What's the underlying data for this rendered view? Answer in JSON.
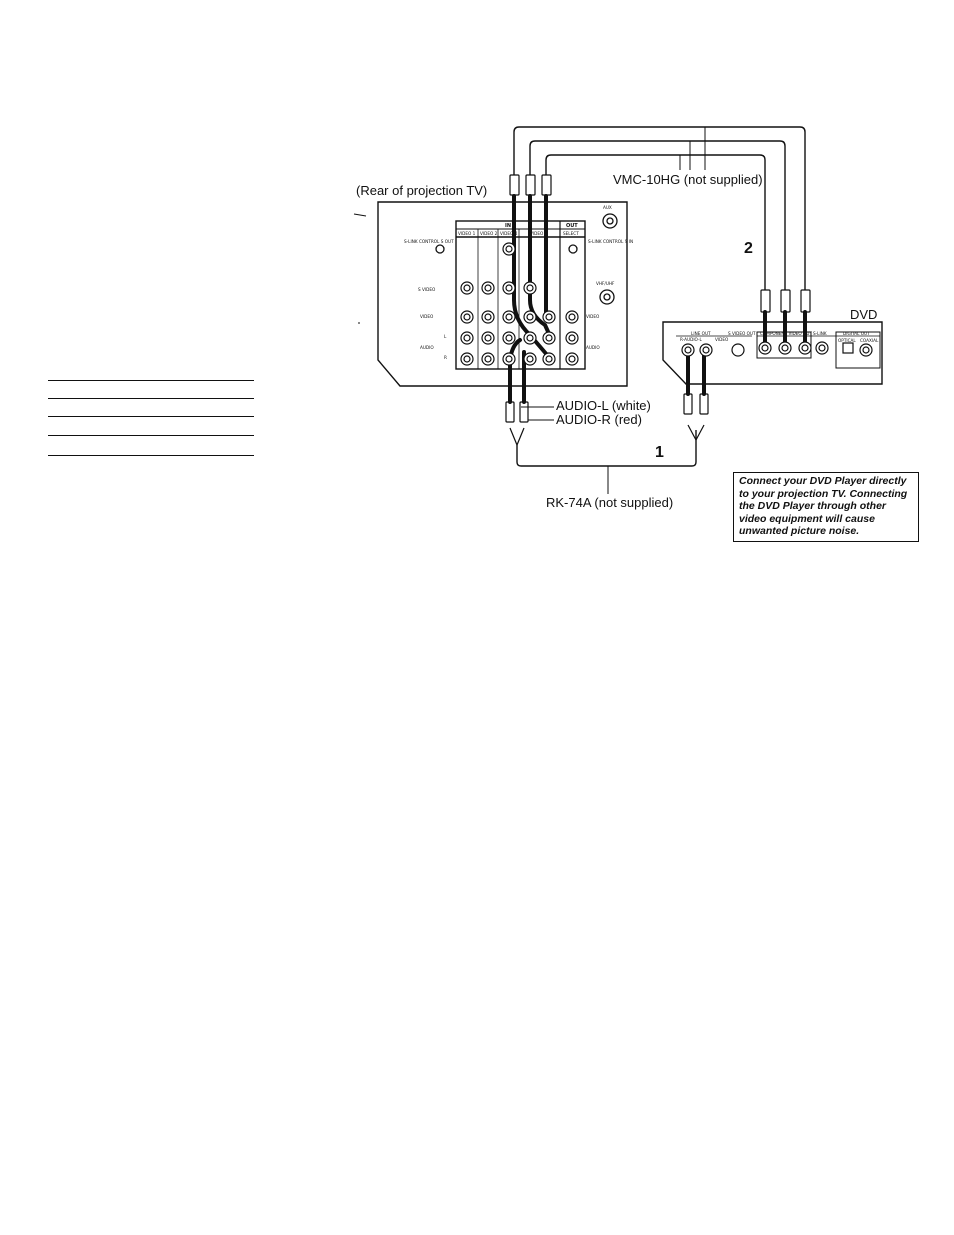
{
  "labels": {
    "rear_tv": "(Rear of projection TV)",
    "vmc": "VMC-10HG (not supplied)",
    "dvd": "DVD",
    "step_1": "1",
    "step_2": "2",
    "audio_l": "AUDIO-L (white)",
    "audio_r": "AUDIO-R (red)",
    "rk74a": "RK-74A (not supplied)"
  },
  "tv_panel": {
    "in": "IN",
    "out": "OUT",
    "video1": "VIDEO 1",
    "video2": "VIDEO 2",
    "video4": "VIDEO 4",
    "video5": "VIDEO 5",
    "select": "SELECT",
    "aux": "AUX",
    "vhf_uhf": "VHF/UHF",
    "s_link_out": "S-LINK CONTROL S OUT",
    "s_link_in": "S-LINK CONTROL S IN",
    "s_video": "S VIDEO",
    "video": "VIDEO",
    "video_out": "VIDEO",
    "audio": "AUDIO",
    "l": "L",
    "r": "R"
  },
  "dvd_panel": {
    "line_out": "LINE OUT",
    "s_video_out": "S VIDEO OUT",
    "component": "COMPONENT VIDEO OUT",
    "s_link": "S-LINK",
    "digital_out": "DIGITAL OUT",
    "optical": "OPTICAL",
    "coaxial": "COAXIAL",
    "audio_lr": "R-AUDIO-L",
    "video": "VIDEO"
  },
  "note": "Connect your DVD Player directly to your projection TV.  Connecting the DVD Player through other video equipment will cause unwanted picture noise.",
  "colors": {
    "line": "#111111",
    "background": "#ffffff"
  }
}
